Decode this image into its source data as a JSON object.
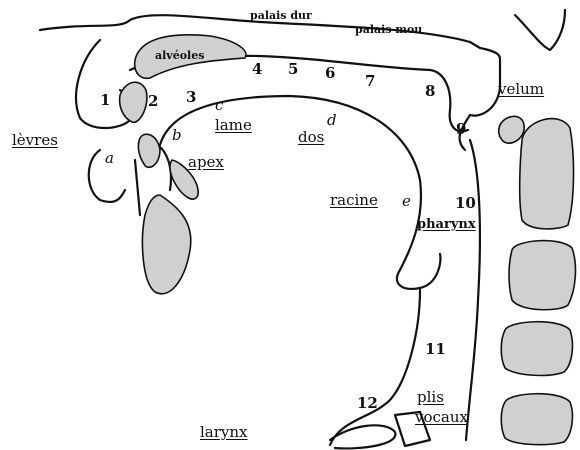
{
  "diagram": {
    "colors": {
      "outline": "#111111",
      "fill": "#d0d0d0",
      "background": "#ffffff"
    },
    "regions": {
      "palais_dur": "palais dur",
      "palais_mou": "palais mou",
      "alveoles": "alvéoles",
      "velum": "velum",
      "levres": "lèvres",
      "lame": "lame",
      "dos": "dos",
      "apex": "apex",
      "racine": "racine",
      "pharynx": "pharynx",
      "plis_line1": "plis",
      "plis_line2": "vocaux",
      "larynx": "larynx"
    },
    "numbers": [
      "1",
      "2",
      "3",
      "4",
      "5",
      "6",
      "7",
      "8",
      "9",
      "10",
      "11",
      "12"
    ],
    "letters": [
      "a",
      "b",
      "c",
      "d",
      "e"
    ]
  }
}
